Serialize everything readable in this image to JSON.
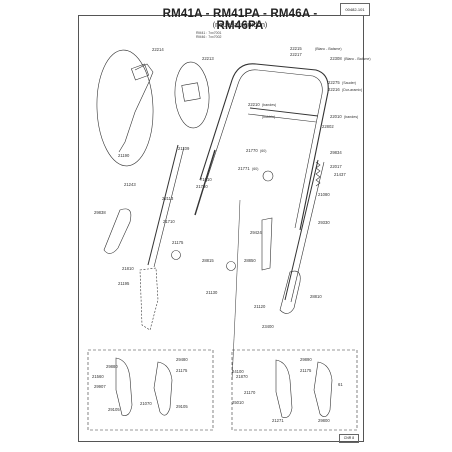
{
  "header": {
    "code": "00482-101",
    "title": "RM41A - RM41PA - RM46A - RM46PA",
    "subtitle": "(nouveau guidon)",
    "refs": [
      "RM41 : 7xx7001",
      "RM46 : 7xx7002"
    ],
    "page_number": "CNR 8"
  },
  "parts": {
    "p22214": "22214",
    "p22213": "22213",
    "p22215": "22215",
    "p22217": "22217",
    "p22217b": "(Blanc - Balsme)",
    "p22308": "22308",
    "p22308b": "(Blanc - Balsme)",
    "p22275": "22275",
    "p22275b": "(Sauder)",
    "p22216": "22216",
    "p22216b": "(Dur-aramix)",
    "p22210": "22210",
    "p22210b": "(bandes)",
    "p22010": "22010",
    "p22010b": "(bandes)",
    "p22210s": "(bobbin)",
    "p22802": "22802",
    "p21109": "21109",
    "p21190": "21190",
    "p21770": "21770",
    "p21770b": "(60)",
    "p21771": "21771",
    "p21771b": "(60)",
    "p29834": "29834",
    "p22017": "22017",
    "p21437": "21437",
    "p21243": "21243",
    "p71010": "71010",
    "p21780": "21780",
    "p21080": "21080",
    "p29838": "29838",
    "p29330": "29330",
    "p22113": "22113",
    "p21710": "21710",
    "p29424": "29424",
    "p21175": "21175",
    "p28815": "28815",
    "p28850": "28850",
    "p21810": "21810",
    "p28810": "28810",
    "p21195": "21195",
    "p21130": "21130",
    "p21120": "21120",
    "p24100": "24100",
    "p29880": "29880",
    "p21560": "21560",
    "p29907": "29907",
    "p29105": "29105",
    "p29480": "29480",
    "p21175b": "21175",
    "p29105b": "29105",
    "p21870": "21870",
    "p29890": "29890",
    "p21175c": "21175",
    "p21170": "21170",
    "p23400": "23400",
    "p61b": "61",
    "p21271": "21271",
    "p25010": "25010",
    "p29800": "29800",
    "p21070": "21070"
  }
}
